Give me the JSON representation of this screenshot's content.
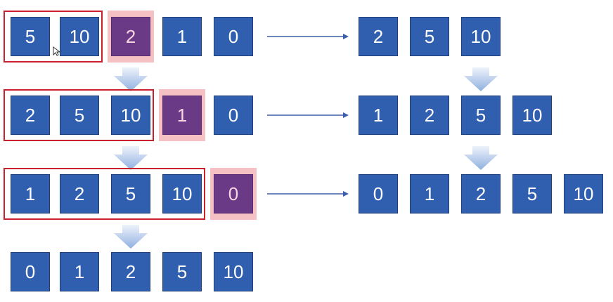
{
  "steps": [
    {
      "array": [
        "5",
        "10",
        "2",
        "1",
        "0"
      ],
      "sorted_count": 2,
      "key_index": 2,
      "result": [
        "2",
        "5",
        "10"
      ]
    },
    {
      "array": [
        "2",
        "5",
        "10",
        "1",
        "0"
      ],
      "sorted_count": 3,
      "key_index": 3,
      "result": [
        "1",
        "2",
        "5",
        "10"
      ]
    },
    {
      "array": [
        "1",
        "2",
        "5",
        "10",
        "0"
      ],
      "sorted_count": 4,
      "key_index": 4,
      "result": [
        "0",
        "1",
        "2",
        "5",
        "10"
      ]
    }
  ],
  "final_array": [
    "0",
    "1",
    "2",
    "5",
    "10"
  ],
  "colors": {
    "box": "#2f5fae",
    "key_box": "#6b3a86",
    "key_highlight": "#f6c1c3",
    "sorted_frame": "#c8202c",
    "arrow": "#3b5fa8"
  }
}
